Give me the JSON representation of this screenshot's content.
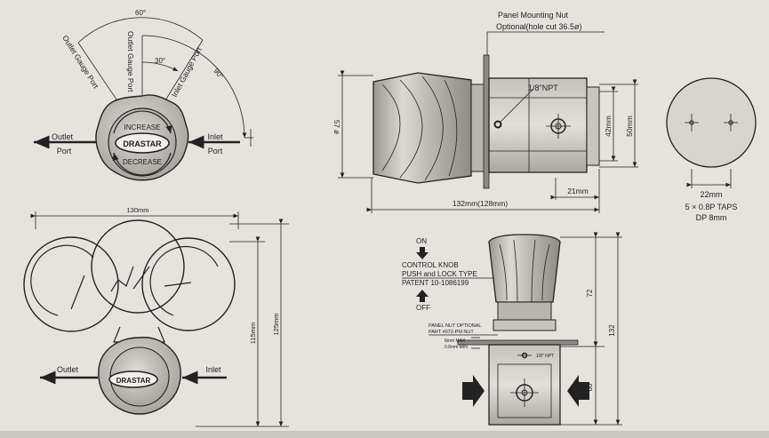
{
  "top_view": {
    "angle_60": "60°",
    "angle_30": "30°",
    "angle_90": "90°",
    "outlet_gauge_port": "Outlet Gauge Port",
    "outlet_gauge_port_2": "Outlet Gauge Port",
    "inlet_gauge_port": "Inlet Gauge Port",
    "increase": "INCREASE",
    "decrease": "DECREASE",
    "brand": "DRASTAR",
    "outlet": "Outlet",
    "outlet_port": "Port",
    "inlet": "Inlet",
    "inlet_port": "Port"
  },
  "front_view": {
    "width_130": "130mm",
    "height_115": "115mm",
    "height_125": "125mm",
    "outlet": "Outlet",
    "inlet": "Inlet",
    "brand": "DRASTAR"
  },
  "side_view": {
    "panel_nut": "Panel Mounting Nut",
    "panel_nut_optional": "Optional(hole cut 36.5ø)",
    "npt": "1/8\"NPT",
    "dia_57": "57 ø",
    "dim_42": "42mm",
    "dim_50": "50mm",
    "dim_21": "21mm",
    "dim_132": "132mm(128mm)"
  },
  "end_view": {
    "dim_22": "22mm",
    "taps": "5 × 0.8P TAPS",
    "depth": "DP 8mm"
  },
  "bottom_view": {
    "on": "ON",
    "knob1": "CONTROL KNOB",
    "knob2": "PUSH and LOCK TYPE",
    "knob3": "PATENT 10-1086199",
    "off": "OFF",
    "panel_nut1": "PANEL NUT OPTIONAL",
    "panel_nut2": "PART #072-PM NUT",
    "max": "8mm MAX",
    "min": "0.8mm MIN",
    "npt": "1/8\" NPT",
    "dim_72": "72",
    "dim_132": "132",
    "dim_60": "60"
  }
}
